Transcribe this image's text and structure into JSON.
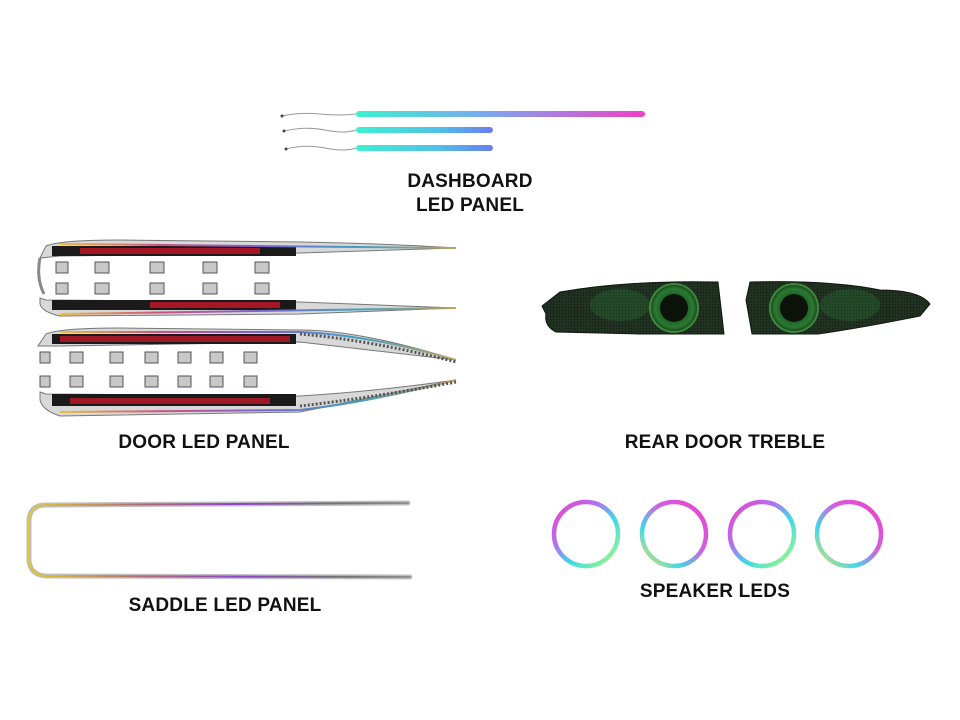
{
  "labels": {
    "dashboard_line1": "DASHBOARD",
    "dashboard_line2": "LED PANEL",
    "door": "DOOR LED PANEL",
    "rear_door": "REAR DOOR TREBLE",
    "saddle": "SADDLE LED PANEL",
    "speaker": "SPEAKER LEDS"
  },
  "colors": {
    "background": "#ffffff",
    "text": "#111111",
    "led_cyan": "#3ef0d0",
    "led_blue": "#6a7cf0",
    "led_magenta": "#f040c8",
    "led_yellow": "#e8e060",
    "panel_red": "#c01828",
    "speaker_glow": "#2a9a3a"
  }
}
